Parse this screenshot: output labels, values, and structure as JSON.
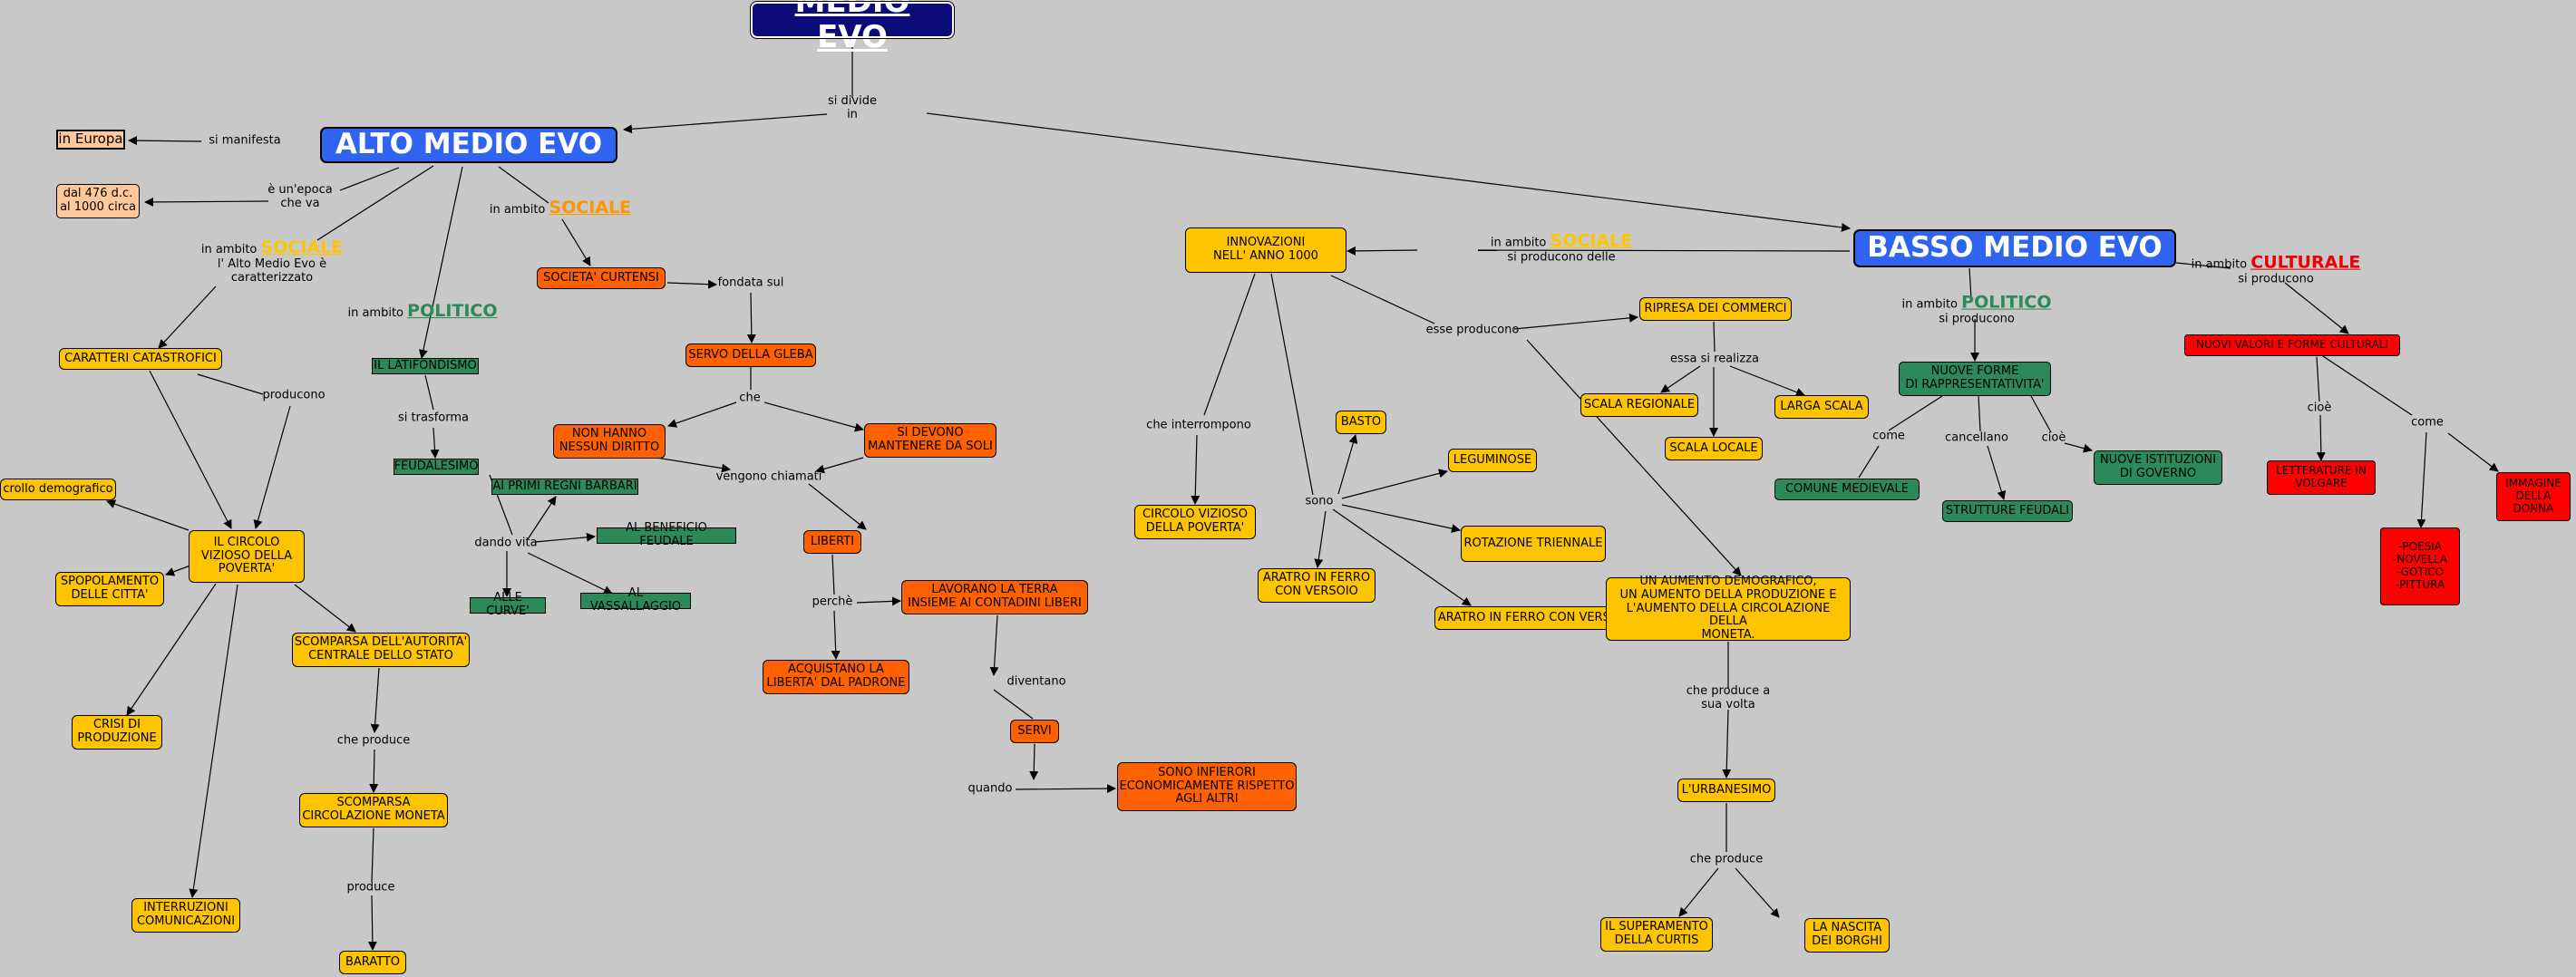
{
  "colors": {
    "background": "#c8c8c8",
    "title_box": "#0b0b7a",
    "period_box": "#2e64f0",
    "yellow_box": "#ffc400",
    "orange_box": "#ff6000",
    "green_box": "#2c8a5a",
    "red_box": "#ff0000",
    "peach_box": "#ffc89a",
    "edge": "#000000"
  },
  "nodes": [
    {
      "id": "medio-evo",
      "text": "MEDIO EVO",
      "style": "title"
    },
    {
      "id": "alto",
      "text": "ALTO MEDIO EVO",
      "style": "big"
    },
    {
      "id": "basso",
      "text": "BASSO MEDIO EVO",
      "style": "big"
    },
    {
      "id": "europa",
      "text": "in Europa",
      "style": "peach-sq"
    },
    {
      "id": "date476",
      "text": "dal 476 d.c.\nal 1000 circa",
      "style": "peach"
    },
    {
      "id": "car-cat",
      "text": "CARATTERI CATASTROFICI",
      "style": "yellow"
    },
    {
      "id": "crollo",
      "text": "crollo demografico",
      "style": "yellow"
    },
    {
      "id": "circolo",
      "text": "IL CIRCOLO\nVIZIOSO DELLA\nPOVERTA'",
      "style": "yellow"
    },
    {
      "id": "spopol",
      "text": "SPOPOLAMENTO\nDELLE CITTA'",
      "style": "yellow"
    },
    {
      "id": "crisi",
      "text": "CRISI DI\nPRODUZIONE",
      "style": "yellow"
    },
    {
      "id": "interr",
      "text": "INTERRUZIONI\nCOMUNICAZIONI",
      "style": "yellow"
    },
    {
      "id": "scomp-aut",
      "text": "SCOMPARSA DELL'AUTORITA'\nCENTRALE DELLO STATO",
      "style": "yellow"
    },
    {
      "id": "scomp-mon",
      "text": "SCOMPARSA\nCIRCOLAZIONE MONETA",
      "style": "yellow"
    },
    {
      "id": "baratto",
      "text": "BARATTO",
      "style": "yellow"
    },
    {
      "id": "latif",
      "text": "IL LATIFONDISMO",
      "style": "green-sq"
    },
    {
      "id": "feud",
      "text": "FEUDALESIMO",
      "style": "green-sq"
    },
    {
      "id": "primi",
      "text": "AI PRIMI REGNI BARBARI",
      "style": "green-sq"
    },
    {
      "id": "benef",
      "text": "AL BENEFICIO FEUDALE",
      "style": "green-sq"
    },
    {
      "id": "curve",
      "text": "ALLE CURVE'",
      "style": "green-sq"
    },
    {
      "id": "vassal",
      "text": "AL VASSALLAGGIO",
      "style": "green-sq"
    },
    {
      "id": "curtensi",
      "text": "SOCIETA' CURTENSI",
      "style": "orange"
    },
    {
      "id": "servo",
      "text": "SERVO DELLA GLEBA",
      "style": "orange"
    },
    {
      "id": "nonhanno",
      "text": "NON HANNO\nNESSUN DIRITTO",
      "style": "orange"
    },
    {
      "id": "devono",
      "text": "SI DEVONO\nMANTENERE DA SOLI",
      "style": "orange"
    },
    {
      "id": "liberti",
      "text": "LIBERTI",
      "style": "orange"
    },
    {
      "id": "acquist",
      "text": "ACQUISTANO LA\nLIBERTA' DAL PADRONE",
      "style": "orange"
    },
    {
      "id": "lavorano",
      "text": "LAVORANO LA TERRA\nINSIEME AI CONTADINI LIBERI",
      "style": "orange"
    },
    {
      "id": "servi",
      "text": "SERVI",
      "style": "orange"
    },
    {
      "id": "inferiori",
      "text": "SONO INFIERORI\nECONOMICAMENTE RISPETTO\nAGLI ALTRI",
      "style": "orange"
    },
    {
      "id": "innov",
      "text": "INNOVAZIONI\nNELL' ANNO 1000",
      "style": "yellow"
    },
    {
      "id": "circolo2",
      "text": "CIRCOLO VIZIOSO\nDELLA POVERTA'",
      "style": "yellow"
    },
    {
      "id": "basto",
      "text": "BASTO",
      "style": "yellow"
    },
    {
      "id": "legum",
      "text": "LEGUMINOSE",
      "style": "yellow"
    },
    {
      "id": "rotaz",
      "text": "ROTAZIONE TRIENNALE",
      "style": "yellow"
    },
    {
      "id": "aratro1",
      "text": "ARATRO IN FERRO\nCON VERSOIO",
      "style": "yellow"
    },
    {
      "id": "aratro2",
      "text": "ARATRO IN FERRO CON VERSOIO",
      "style": "yellow"
    },
    {
      "id": "ripresa",
      "text": "RIPRESA DEI COMMERCI",
      "style": "yellow"
    },
    {
      "id": "sc-reg",
      "text": "SCALA REGIONALE",
      "style": "yellow"
    },
    {
      "id": "sc-larga",
      "text": "LARGA SCALA",
      "style": "yellow"
    },
    {
      "id": "sc-loc",
      "text": "SCALA LOCALE",
      "style": "yellow"
    },
    {
      "id": "aumento",
      "text": "UN AUMENTO DEMOGRAFICO,\nUN AUMENTO DELLA PRODUZIONE E\nL'AUMENTO DELLA CIRCOLAZIONE DELLA\nMONETA.",
      "style": "yellow"
    },
    {
      "id": "urban",
      "text": "L'URBANESIMO",
      "style": "yellow"
    },
    {
      "id": "superam",
      "text": "IL SUPERAMENTO\nDELLA CURTIS",
      "style": "yellow"
    },
    {
      "id": "borghi",
      "text": "LA NASCITA\nDEI BORGHI",
      "style": "yellow"
    },
    {
      "id": "nuove-forme",
      "text": "NUOVE FORME\nDI RAPPRESENTATIVITA'",
      "style": "green"
    },
    {
      "id": "comune",
      "text": "COMUNE MEDIEVALE",
      "style": "green"
    },
    {
      "id": "strutture",
      "text": "STRUTTURE FEUDALI",
      "style": "green"
    },
    {
      "id": "istituz",
      "text": "NUOVE ISTITUZIONI\nDI GOVERNO",
      "style": "green"
    },
    {
      "id": "valori",
      "text": "NUOVI VALORI E FORME CULTURALI",
      "style": "red"
    },
    {
      "id": "letter",
      "text": "LETTERATURE IN\nVOLGARE",
      "style": "red"
    },
    {
      "id": "poesia",
      "text": "-POESIA\n-NOVELLA\n-GOTICO\n-PITTURA",
      "style": "red"
    },
    {
      "id": "immagine",
      "text": "IMMAGINE\nDELLA\nDONNA",
      "style": "red"
    }
  ],
  "labels": [
    {
      "id": "si-divide",
      "lines": [
        {
          "t": "si divide"
        },
        {
          "t": "in"
        }
      ]
    },
    {
      "id": "si-manifesta",
      "lines": [
        {
          "t": "si manifesta"
        }
      ]
    },
    {
      "id": "epoca",
      "lines": [
        {
          "t": "è un'epoca"
        },
        {
          "t": "che va"
        }
      ]
    },
    {
      "id": "amb-soc-alto",
      "lines": [
        {
          "t": "in ambito ",
          "hl": "SOCIALE",
          "color": "yellow"
        },
        {
          "t": "l' Alto Medio Evo è"
        },
        {
          "t": "caratterizzato"
        }
      ]
    },
    {
      "id": "amb-pol-alto",
      "lines": [
        {
          "t": "in ambito ",
          "hl": "POLITICO",
          "color": "green"
        }
      ]
    },
    {
      "id": "amb-soc-alto2",
      "lines": [
        {
          "t": "in ambito ",
          "hl": "SOCIALE",
          "color": "orange"
        }
      ]
    },
    {
      "id": "producono",
      "lines": [
        {
          "t": "producono"
        }
      ]
    },
    {
      "id": "si-trasforma",
      "lines": [
        {
          "t": "si trasforma"
        }
      ]
    },
    {
      "id": "dando-vita",
      "lines": [
        {
          "t": "dando vita"
        }
      ]
    },
    {
      "id": "fondata",
      "lines": [
        {
          "t": "fondata sul"
        }
      ]
    },
    {
      "id": "che",
      "lines": [
        {
          "t": "che"
        }
      ]
    },
    {
      "id": "vengono",
      "lines": [
        {
          "t": "vengono chiamati"
        }
      ]
    },
    {
      "id": "perche",
      "lines": [
        {
          "t": "perchè"
        }
      ]
    },
    {
      "id": "diventano",
      "lines": [
        {
          "t": "diventano"
        }
      ]
    },
    {
      "id": "quando",
      "lines": [
        {
          "t": "quando"
        }
      ]
    },
    {
      "id": "che-produce1",
      "lines": [
        {
          "t": "che produce"
        }
      ]
    },
    {
      "id": "produce",
      "lines": [
        {
          "t": "produce"
        }
      ]
    },
    {
      "id": "amb-soc-basso",
      "lines": [
        {
          "t": "in ambito ",
          "hl": "SOCIALE",
          "color": "yellow"
        },
        {
          "t": "si producono delle"
        }
      ]
    },
    {
      "id": "che-interromp",
      "lines": [
        {
          "t": "che interrompono"
        }
      ]
    },
    {
      "id": "sono",
      "lines": [
        {
          "t": "sono"
        }
      ]
    },
    {
      "id": "esse-producono",
      "lines": [
        {
          "t": "esse producono"
        }
      ]
    },
    {
      "id": "essa-realizza",
      "lines": [
        {
          "t": "essa si realizza"
        }
      ]
    },
    {
      "id": "che-produce2",
      "lines": [
        {
          "t": "che produce a"
        },
        {
          "t": "sua volta"
        }
      ]
    },
    {
      "id": "che-produce3",
      "lines": [
        {
          "t": "che produce"
        }
      ]
    },
    {
      "id": "amb-pol-basso",
      "lines": [
        {
          "t": "in ambito ",
          "hl": "POLITICO",
          "color": "green"
        },
        {
          "t": "si producono"
        }
      ]
    },
    {
      "id": "come1",
      "lines": [
        {
          "t": "come"
        }
      ]
    },
    {
      "id": "cancellano",
      "lines": [
        {
          "t": "cancellano"
        }
      ]
    },
    {
      "id": "cioe1",
      "lines": [
        {
          "t": "cioè"
        }
      ]
    },
    {
      "id": "amb-cult",
      "lines": [
        {
          "t": "in ambito ",
          "hl": "CULTURALE",
          "color": "red"
        },
        {
          "t": "si producono"
        }
      ]
    },
    {
      "id": "cioe2",
      "lines": [
        {
          "t": "cioè"
        }
      ]
    },
    {
      "id": "come2",
      "lines": [
        {
          "t": "come"
        }
      ]
    }
  ]
}
